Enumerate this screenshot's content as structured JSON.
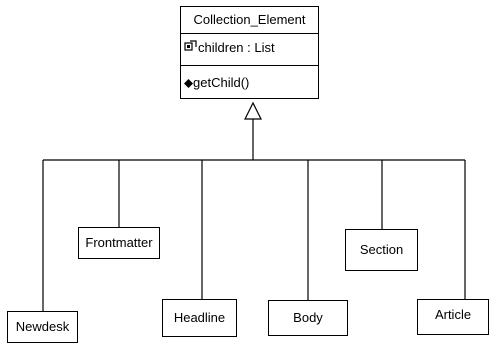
{
  "diagram": {
    "parent_class": {
      "name": "Collection_Element",
      "attribute": "children : List",
      "operation": "getChild()"
    },
    "subclasses": [
      {
        "label": "Newdesk"
      },
      {
        "label": "Frontmatter"
      },
      {
        "label": "Headline"
      },
      {
        "label": "Body"
      },
      {
        "label": "Section"
      },
      {
        "label": "Article"
      }
    ]
  },
  "icons": {
    "attribute_visibility": "attribute-icon",
    "operation_visibility": "operation-icon",
    "generalization": "hollow-triangle-arrow"
  }
}
